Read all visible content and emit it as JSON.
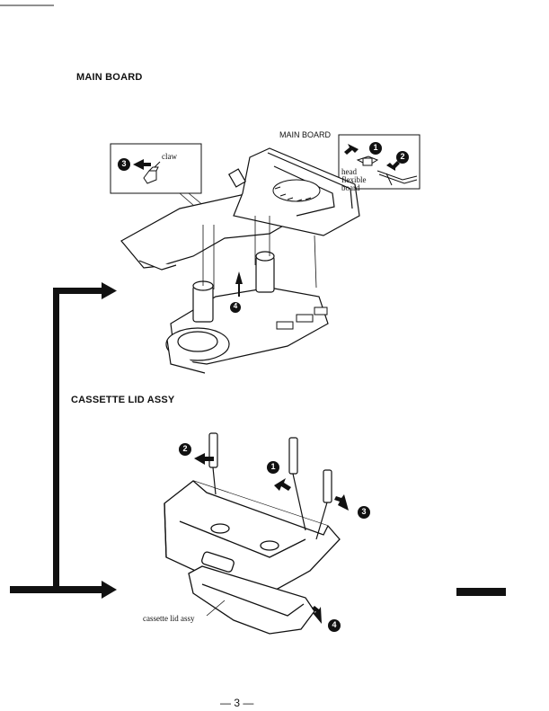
{
  "sections": {
    "main_board": {
      "title": "MAIN BOARD",
      "labels": {
        "main_board": "MAIN BOARD",
        "claw": "claw",
        "head_flexible_board": [
          "head",
          "flexible",
          "board"
        ]
      },
      "steps": [
        "1",
        "2",
        "3",
        "4"
      ]
    },
    "cassette_lid_assy": {
      "title": "CASSETTE LID ASSY",
      "labels": {
        "cassette_lid_assy": "cassette lid assy"
      },
      "steps": [
        "1",
        "2",
        "3",
        "4"
      ]
    }
  },
  "footer": {
    "page_number": "— 3 —"
  }
}
